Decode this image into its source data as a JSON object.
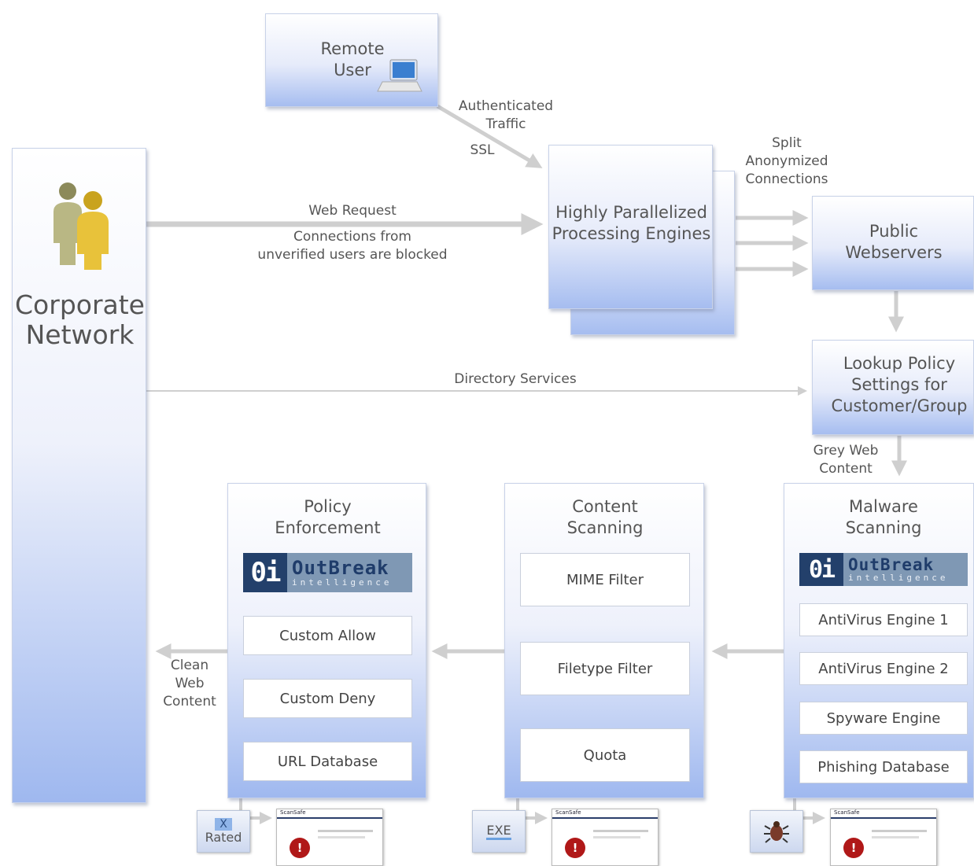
{
  "corporate": {
    "title_line1": "Corporate",
    "title_line2": "Network",
    "icon": "people-icon"
  },
  "remote": {
    "line1": "Remote",
    "line2": "User",
    "icon": "laptop-icon"
  },
  "engines": {
    "line1": "Highly Parallelized",
    "line2": "Processing Engines"
  },
  "public": {
    "line1": "Public",
    "line2": "Webservers"
  },
  "lookup": {
    "line1": "Lookup Policy",
    "line2": "Settings for",
    "line3": "Customer/Group"
  },
  "labels": {
    "auth1": "Authenticated",
    "auth2": "Traffic",
    "ssl": "SSL",
    "split1": "Split",
    "split2": "Anonymized",
    "split3": "Connections",
    "web_request": "Web Request",
    "blocked1": "Connections from",
    "blocked2": "unverified users are blocked",
    "directory": "Directory Services",
    "grey1": "Grey Web",
    "grey2": "Content",
    "clean1": "Clean",
    "clean2": "Web",
    "clean3": "Content"
  },
  "policy": {
    "line1": "Policy",
    "line2": "Enforcement",
    "items": [
      "Custom Allow",
      "Custom Deny",
      "URL Database"
    ]
  },
  "content": {
    "line1": "Content",
    "line2": "Scanning",
    "items": [
      "MIME Filter",
      "Filetype Filter",
      "Quota"
    ]
  },
  "malware": {
    "line1": "Malware",
    "line2": "Scanning",
    "items": [
      "AntiVirus Engine 1",
      "AntiVirus Engine 2",
      "Spyware Engine",
      "Phishing Database"
    ]
  },
  "logo": {
    "oi": "0i",
    "name": "OutBreak",
    "sub": "intelligence"
  },
  "thumbs": {
    "rated_icon_x": "X",
    "rated_label": "Rated",
    "exe_label": "EXE",
    "bug_icon": "bug-icon",
    "brand": "ScanSafe",
    "stop": "!"
  },
  "colors": {
    "arrow": "#cfcfcf",
    "box_bottom": "#9fb8ef",
    "logo_dark": "#23406b",
    "stop_red": "#b01818"
  }
}
